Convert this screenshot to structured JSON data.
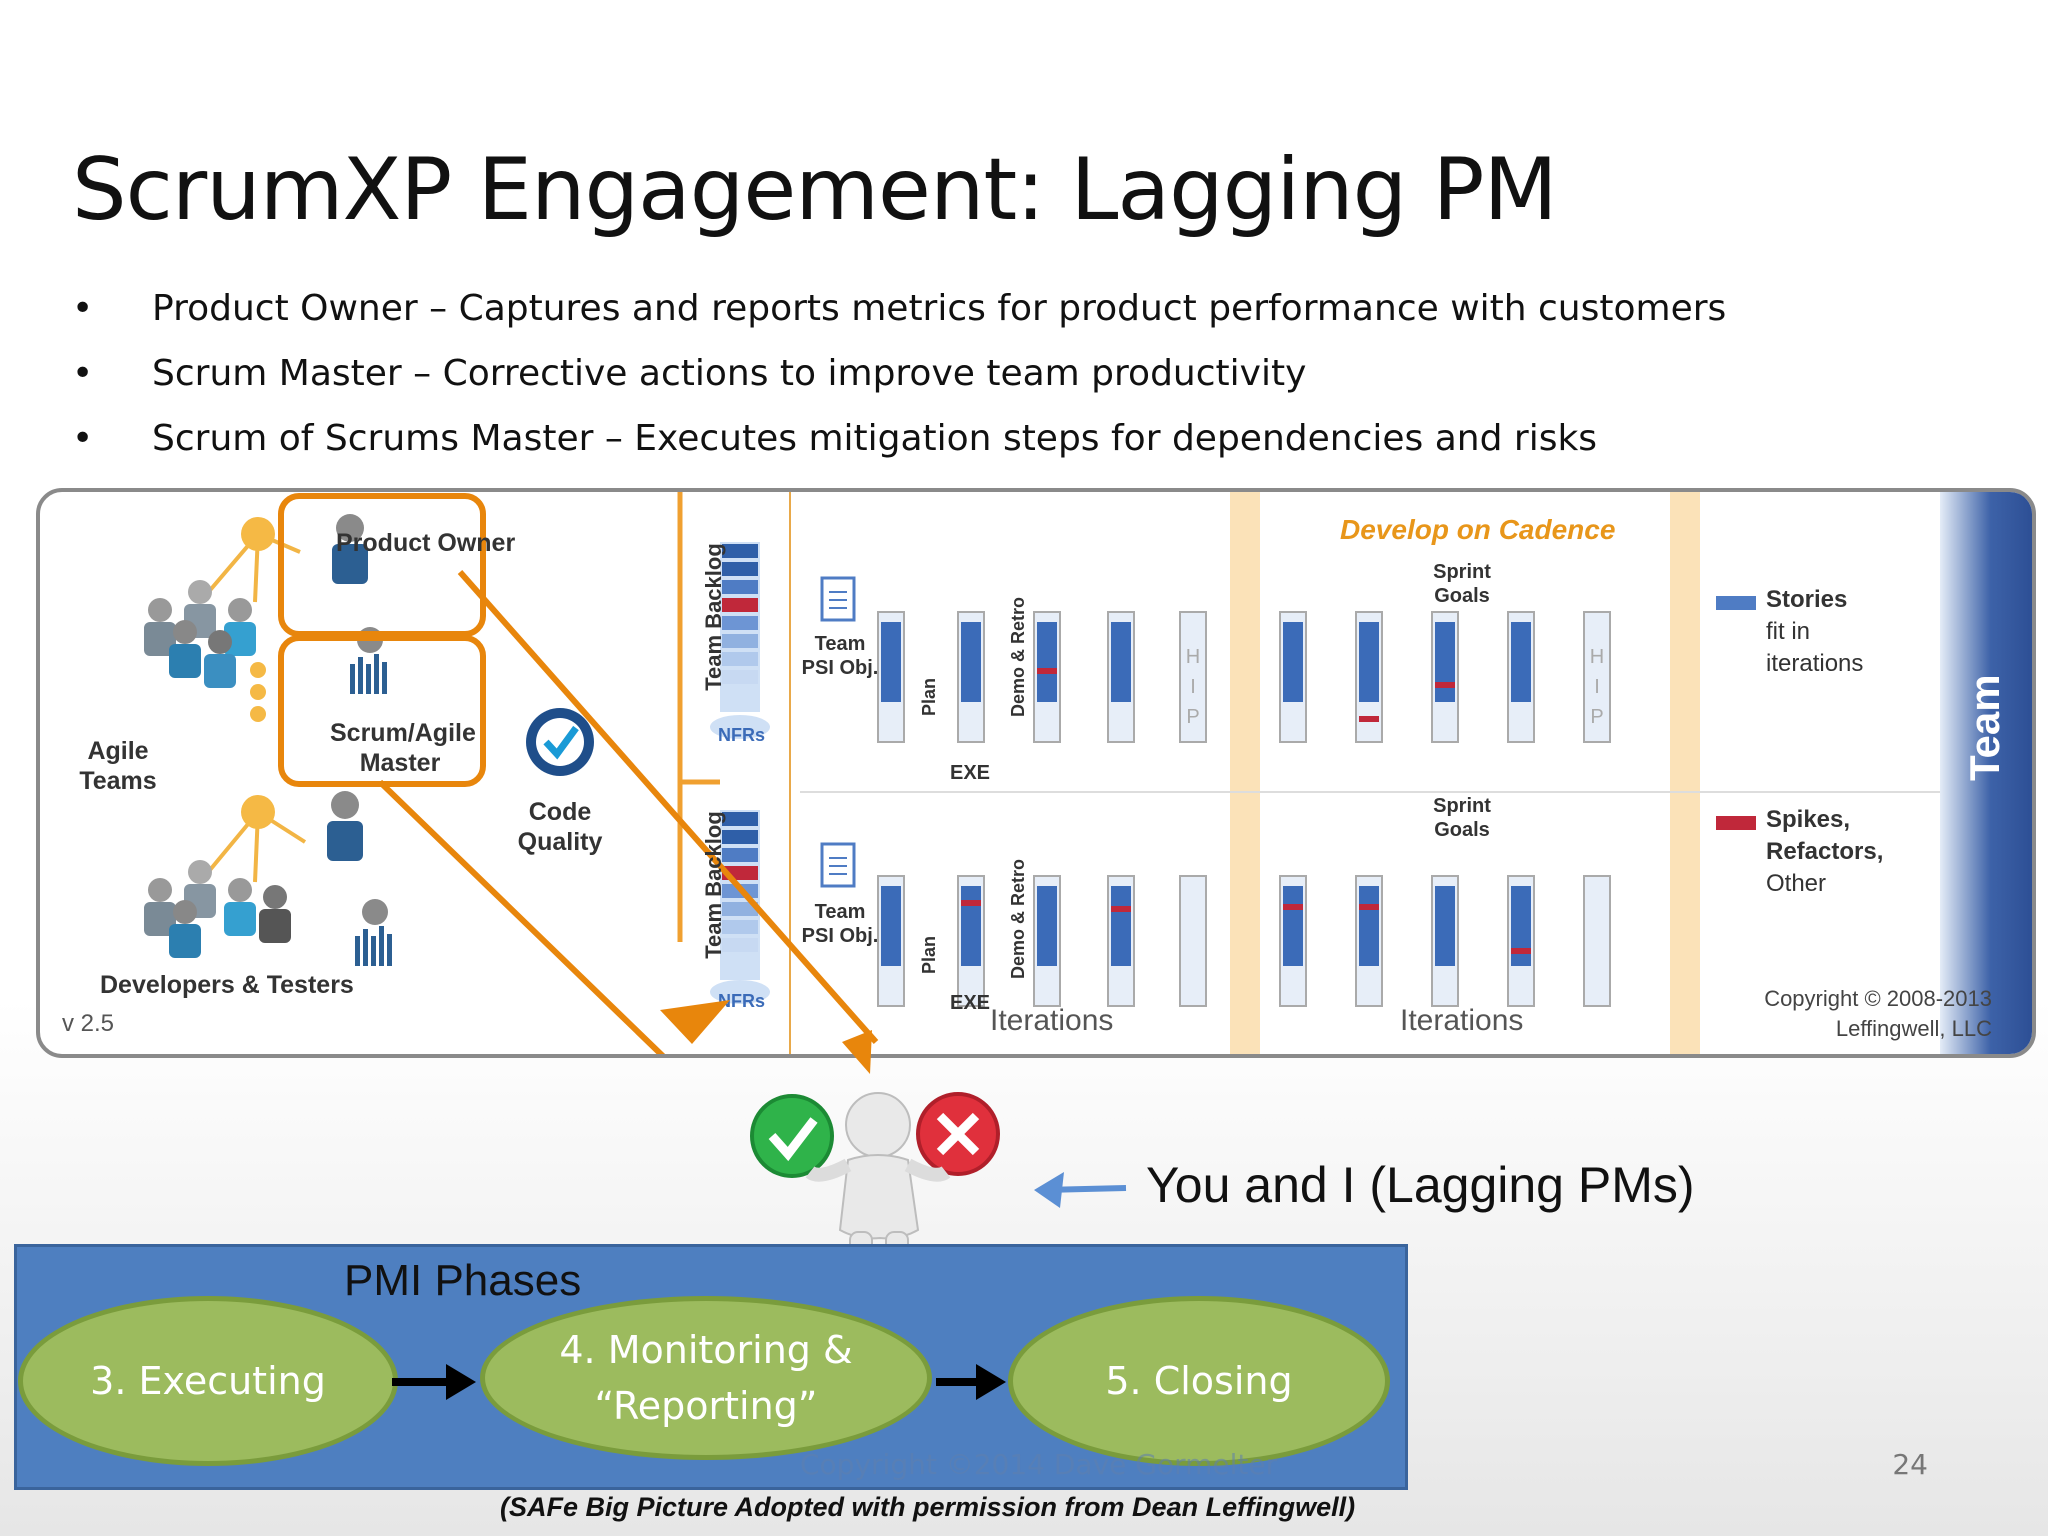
{
  "slide": {
    "title": "ScrumXP Engagement: Lagging PM",
    "bullets": [
      "Product Owner – Captures and reports metrics for product performance with customers",
      "Scrum Master – Corrective actions to improve team productivity",
      "Scrum of Scrums Master – Executes mitigation steps for dependencies and risks"
    ],
    "bullet_symbol": "•",
    "page_number": "24",
    "watermark": "Copyright ©2014 Dave Gormelter",
    "credit": "(SAFe Big Picture Adopted with permission from Dean Leffingwell)"
  },
  "safe": {
    "product_owner": "Product Owner",
    "scrum_master": "Scrum/Agile Master",
    "agile_teams": "Agile Teams",
    "dev_testers": "Developers & Testers",
    "code_quality": "Code Quality",
    "version": "v 2.5",
    "team_backlog": "Team Backlog",
    "nfrs": "NFRs",
    "team_psi": "Team PSI Obj.",
    "plan": "Plan",
    "exe": "EXE",
    "demo_retro": "Demo & Retro",
    "hip": "H I P",
    "develop_on_cadence": "Develop on Cadence",
    "sprint_goals": "Sprint Goals",
    "iterations": "Iterations",
    "legend": [
      {
        "title": "Stories",
        "sub": "fit in iterations",
        "color": "#4f7cc4"
      },
      {
        "title": "Spikes, Refactors,",
        "sub": "Other",
        "color": "#c0283a"
      }
    ],
    "team": "Team",
    "copyright": "Copyright © 2008-2013 Leffingwell, LLC"
  },
  "annotation": {
    "you_label": "You and I (Lagging PMs)",
    "accent": "#e8860c",
    "arrow_blue": "#5b8fd4"
  },
  "pmi": {
    "label": "PMI Phases",
    "phases": [
      "3. Executing",
      "4. Monitoring & “Reporting”",
      "5. Closing"
    ]
  }
}
